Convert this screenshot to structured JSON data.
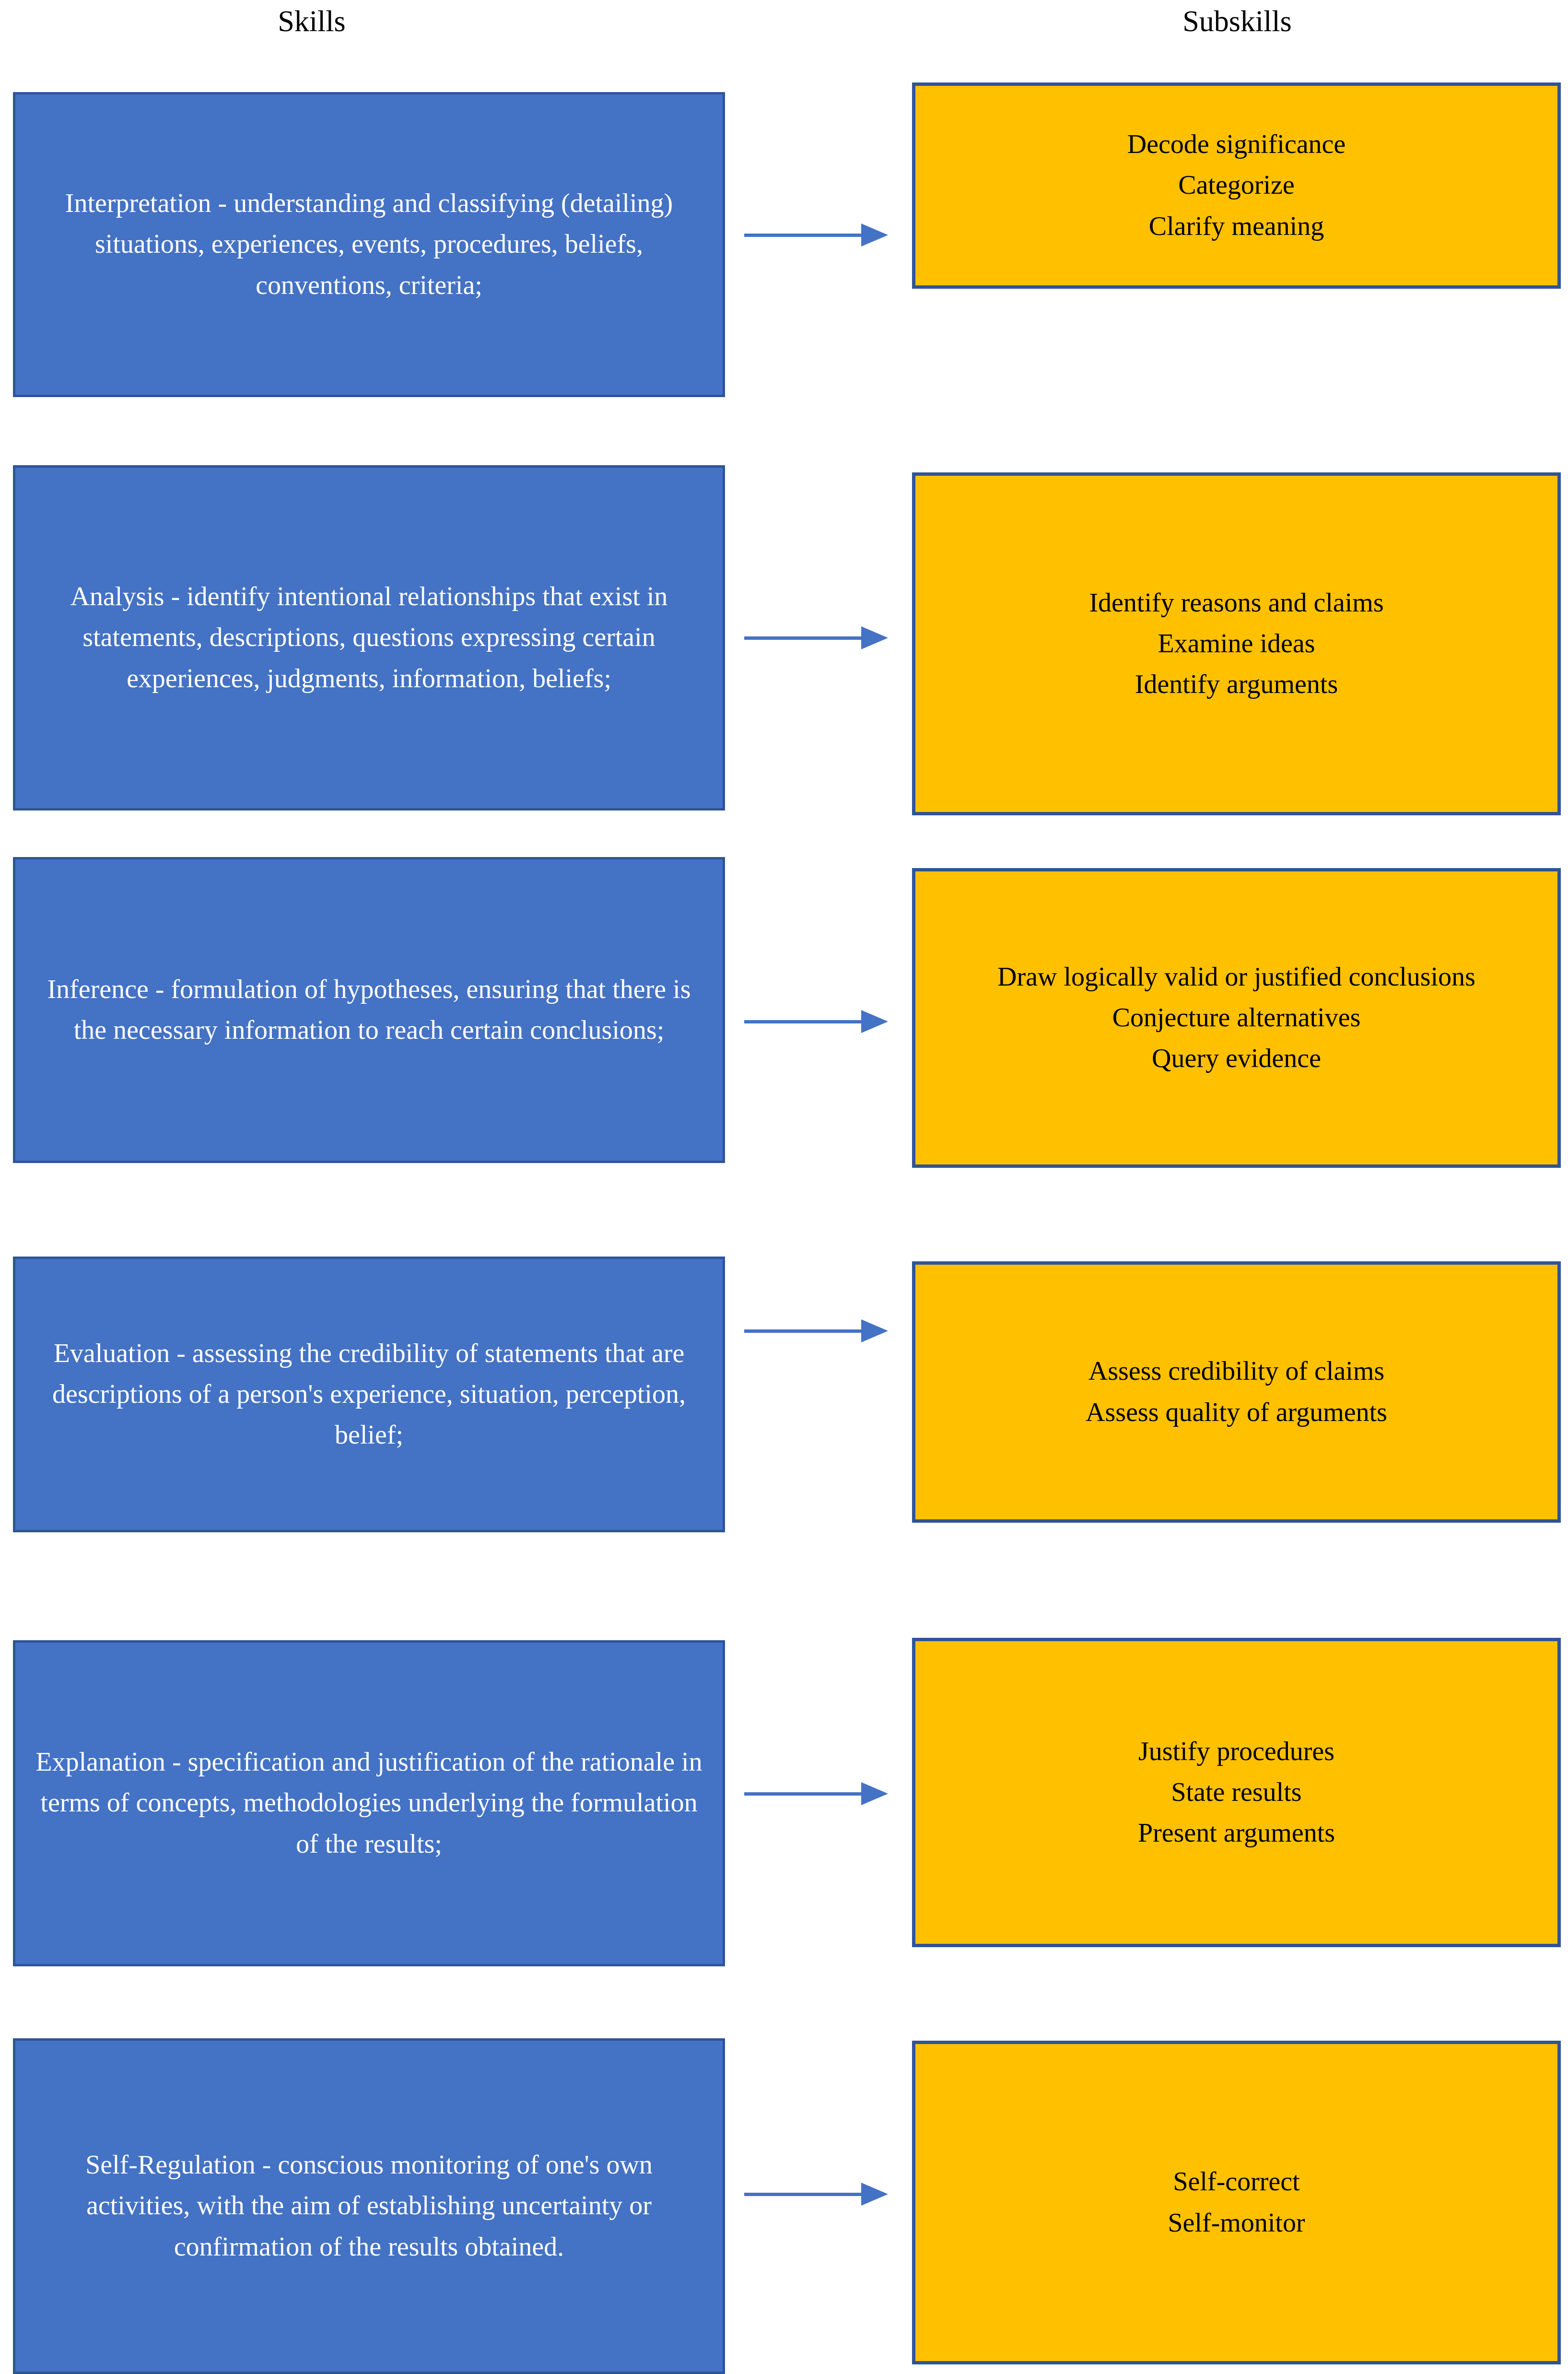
{
  "headers": {
    "left": "Skills",
    "right": "Subskills"
  },
  "colors": {
    "skill_fill": "#4472C4",
    "skill_border": "#2F5496",
    "skill_text": "#FFFFFF",
    "subskill_fill": "#FFC000",
    "subskill_border": "#2F5496",
    "subskill_text": "#000000",
    "arrow": "#4472C4",
    "background": "#FFFFFF"
  },
  "rows": [
    {
      "skill": "Interpretation - understanding and classifying (detailing) situations, experiences, events, procedures, beliefs, conventions, criteria;",
      "subskills": [
        "Decode significance",
        "Categorize",
        "Clarify meaning"
      ]
    },
    {
      "skill": "Analysis - identify intentional relationships that exist in statements, descriptions, questions expressing certain experiences, judgments, information, beliefs;",
      "subskills": [
        "Identify reasons and claims",
        "Examine ideas",
        "Identify arguments"
      ]
    },
    {
      "skill": "Inference - formulation of hypotheses, ensuring that there is the necessary information to reach certain conclusions;",
      "subskills": [
        "Draw logically valid or justified conclusions",
        "Conjecture alternatives",
        "Query evidence"
      ]
    },
    {
      "skill": "Evaluation - assessing the credibility of statements that are descriptions of a person's experience, situation, perception, belief;",
      "subskills": [
        "Assess credibility of claims",
        "Assess quality of arguments"
      ]
    },
    {
      "skill": "Explanation - specification and justification of the rationale in terms of concepts, methodologies underlying the formulation of the results;",
      "subskills": [
        "Justify procedures",
        "State results",
        "Present arguments"
      ]
    },
    {
      "skill": "Self-Regulation - conscious monitoring of one's own activities, with the aim of establishing uncertainty or confirmation of the results obtained.",
      "subskills": [
        "Self-correct",
        "Self-monitor"
      ]
    }
  ],
  "arrows": [
    {
      "label": "arrow-interpretation"
    },
    {
      "label": "arrow-analysis"
    },
    {
      "label": "arrow-inference"
    },
    {
      "label": "arrow-evaluation"
    },
    {
      "label": "arrow-explanation"
    },
    {
      "label": "arrow-self-regulation"
    }
  ]
}
